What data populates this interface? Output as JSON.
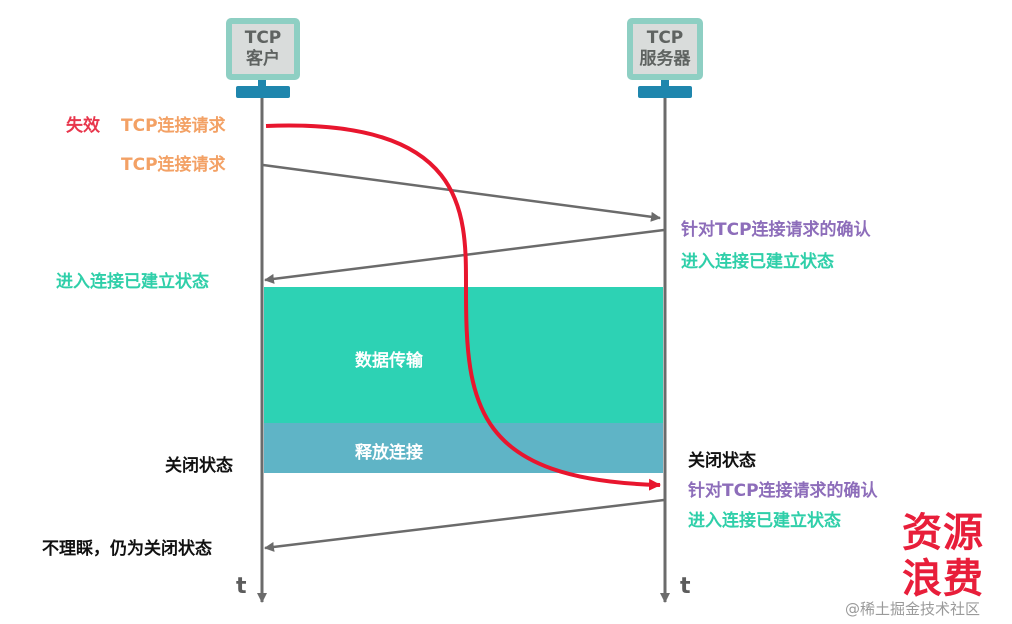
{
  "client": {
    "line1": "TCP",
    "line2": "客户"
  },
  "server": {
    "line1": "TCP",
    "line2": "服务器"
  },
  "client_labels": {
    "invalid_tag": "失效",
    "stale_request": "TCP连接请求",
    "request": "TCP连接请求",
    "established": "进入连接已建立状态",
    "closed": "关闭状态",
    "ignore": "不理睬，仍为关闭状态"
  },
  "server_labels": {
    "ack1": "针对TCP连接请求的确认",
    "established1": "进入连接已建立状态",
    "closed": "关闭状态",
    "ack2": "针对TCP连接请求的确认",
    "established2": "进入连接已建立状态"
  },
  "bands": {
    "data_transfer": "数据传输",
    "release": "释放连接"
  },
  "time_label": "t",
  "waste": {
    "line1": "资源",
    "line2": "浪费"
  },
  "watermark": "@稀土掘金技术社区",
  "colors": {
    "timeline": "#6b6b6b",
    "stale_arrow": "#e8162e",
    "data_band": "#2dd2b4",
    "release_band": "#5fb4c6"
  }
}
